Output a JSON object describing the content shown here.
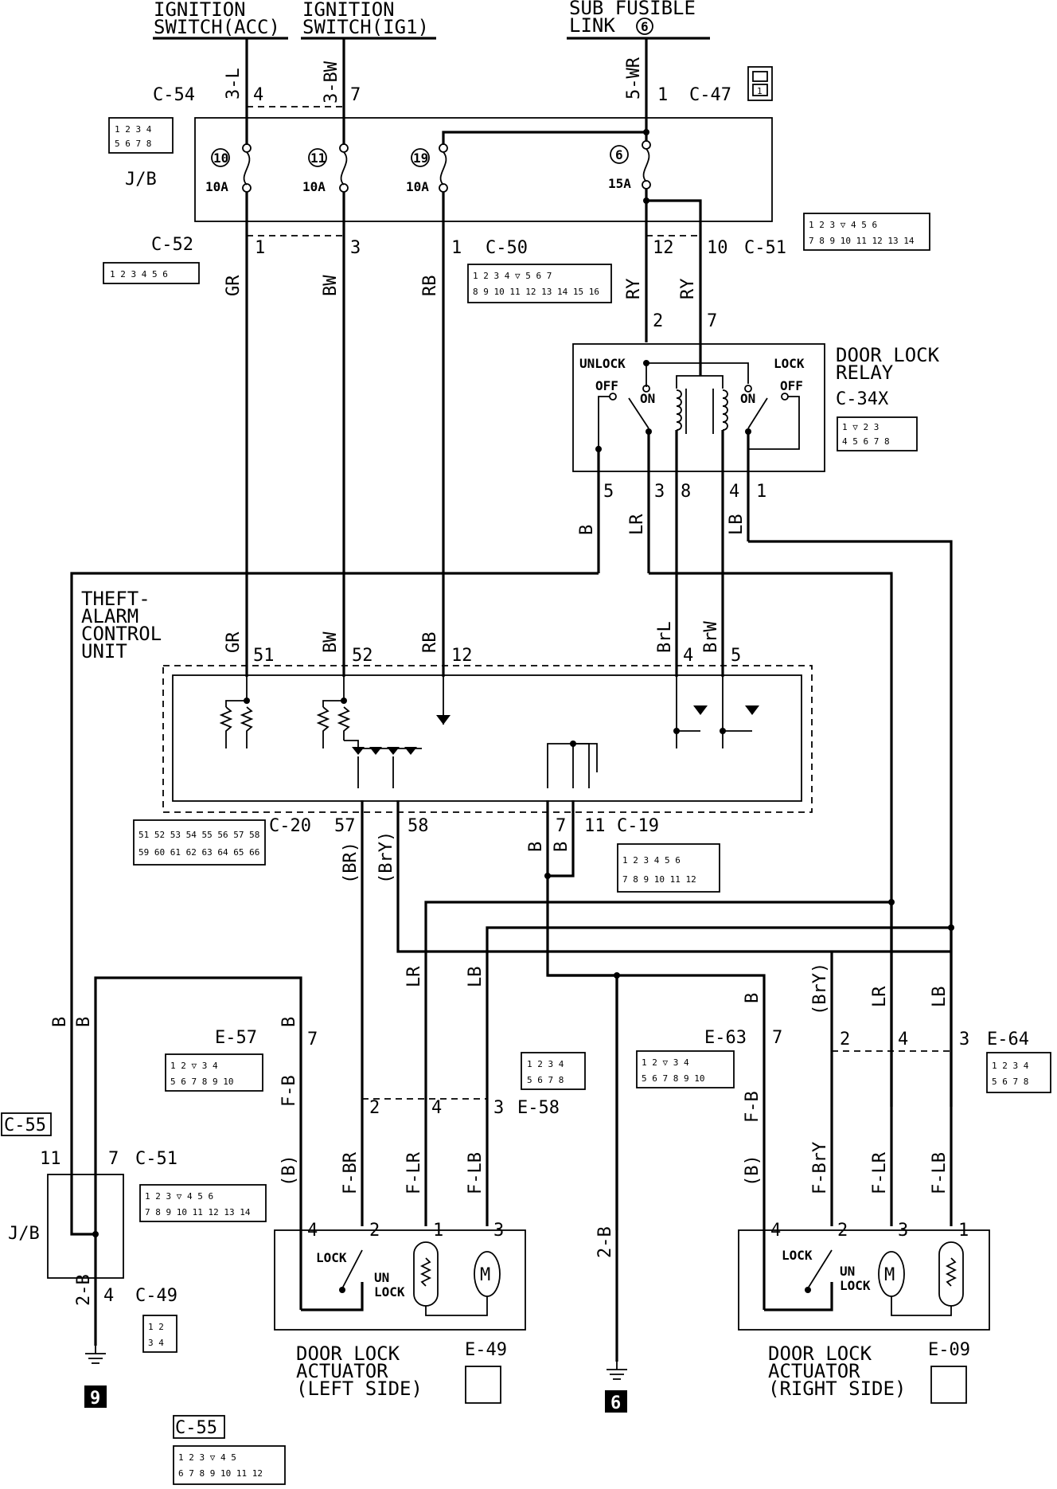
{
  "sources": [
    {
      "id": "acc",
      "line1": "IGNITION",
      "line2": "SWITCH(ACC)"
    },
    {
      "id": "ig1",
      "line1": "IGNITION",
      "line2": "SWITCH(IG1)"
    },
    {
      "id": "sfl",
      "line1": "SUB FUSIBLE",
      "line2": "LINK",
      "num": "6"
    }
  ],
  "fuses": [
    {
      "no": "10",
      "amp": "10A"
    },
    {
      "no": "11",
      "amp": "10A"
    },
    {
      "no": "19",
      "amp": "10A"
    },
    {
      "no": "6",
      "amp": "15A"
    }
  ],
  "jb_label": "J/B",
  "connectors": {
    "c54": "C-54",
    "c47": "C-47",
    "c52": "C-52",
    "c50": "C-50",
    "c51": "C-51",
    "c34x": "C-34X",
    "c20": "C-20",
    "c19": "C-19",
    "c55": "C-55",
    "c49": "C-49",
    "e57": "E-57",
    "e58": "E-58",
    "e63": "E-63",
    "e64": "E-64",
    "e49": "E-49",
    "e09": "E-09"
  },
  "wire_labels": {
    "acc": "3-L",
    "ig1": "3-BW",
    "sfl": "5-WR",
    "gr": "GR",
    "bw": "BW",
    "rb": "RB",
    "ry": "RY",
    "b": "B",
    "lr": "LR",
    "lb": "LB",
    "brl": "BrL",
    "brw": "BrW",
    "br_p": "(BR)",
    "bry_p": "(BrY)",
    "bry": "BrY",
    "b_p": "(B)",
    "fb": "F-B",
    "fbr": "F-BR",
    "flr": "F-LR",
    "flb": "F-LB",
    "fbry": "F-BrY",
    "b2": "2-B"
  },
  "pins": {
    "p4": "4",
    "p7": "7",
    "p1": "1",
    "p3": "3",
    "p12": "12",
    "p10": "10",
    "p2": "2",
    "p5": "5",
    "p8": "8",
    "p51": "51",
    "p52": "52",
    "p57": "57",
    "p58": "58",
    "p11": "11"
  },
  "relay": {
    "title1": "DOOR LOCK",
    "title2": "RELAY",
    "unlock": "UNLOCK",
    "lock": "LOCK",
    "off": "OFF",
    "on": "ON"
  },
  "tacu": {
    "l1": "THEFT-",
    "l2": "ALARM",
    "l3": "CONTROL",
    "l4": "UNIT"
  },
  "actuator": {
    "lock": "LOCK",
    "un": "UN",
    "unlock": "LOCK",
    "motor": "M"
  },
  "left_act": {
    "l1": "DOOR LOCK",
    "l2": "ACTUATOR",
    "l3": "(LEFT SIDE)"
  },
  "right_act": {
    "l1": "DOOR LOCK",
    "l2": "ACTUATOR",
    "l3": "(RIGHT SIDE)"
  },
  "grounds": {
    "g9": "9",
    "g6": "6"
  },
  "conn_faces": {
    "c54": [
      "1",
      "2",
      "3",
      "4",
      "5",
      "6",
      "7",
      "8"
    ],
    "c52": [
      "1",
      "2",
      "3",
      "4",
      "5",
      "6"
    ],
    "c50": [
      "1",
      "2",
      "3",
      "4",
      "5",
      "6",
      "7",
      "8",
      "9",
      "10",
      "11",
      "12",
      "13",
      "14",
      "15",
      "16"
    ],
    "c51": [
      "1",
      "2",
      "3",
      "4",
      "5",
      "6",
      "7",
      "8",
      "9",
      "10",
      "11",
      "12",
      "13",
      "14"
    ],
    "c34x": [
      "1",
      "2",
      "3",
      "4",
      "5",
      "6",
      "7",
      "8"
    ],
    "c20": [
      "51",
      "52",
      "53",
      "54",
      "55",
      "56",
      "57",
      "58",
      "59",
      "60",
      "61",
      "62",
      "63",
      "64",
      "65",
      "66"
    ],
    "c19": [
      "1",
      "2",
      "3",
      "4",
      "5",
      "6",
      "7",
      "8",
      "9",
      "10",
      "11",
      "12"
    ],
    "e57": [
      "1",
      "2",
      "3",
      "4",
      "5",
      "6",
      "7",
      "8",
      "9",
      "10"
    ],
    "e58": [
      "1",
      "2",
      "3",
      "4",
      "5",
      "6",
      "7",
      "8"
    ],
    "c49": [
      "1",
      "2",
      "3",
      "4"
    ]
  }
}
